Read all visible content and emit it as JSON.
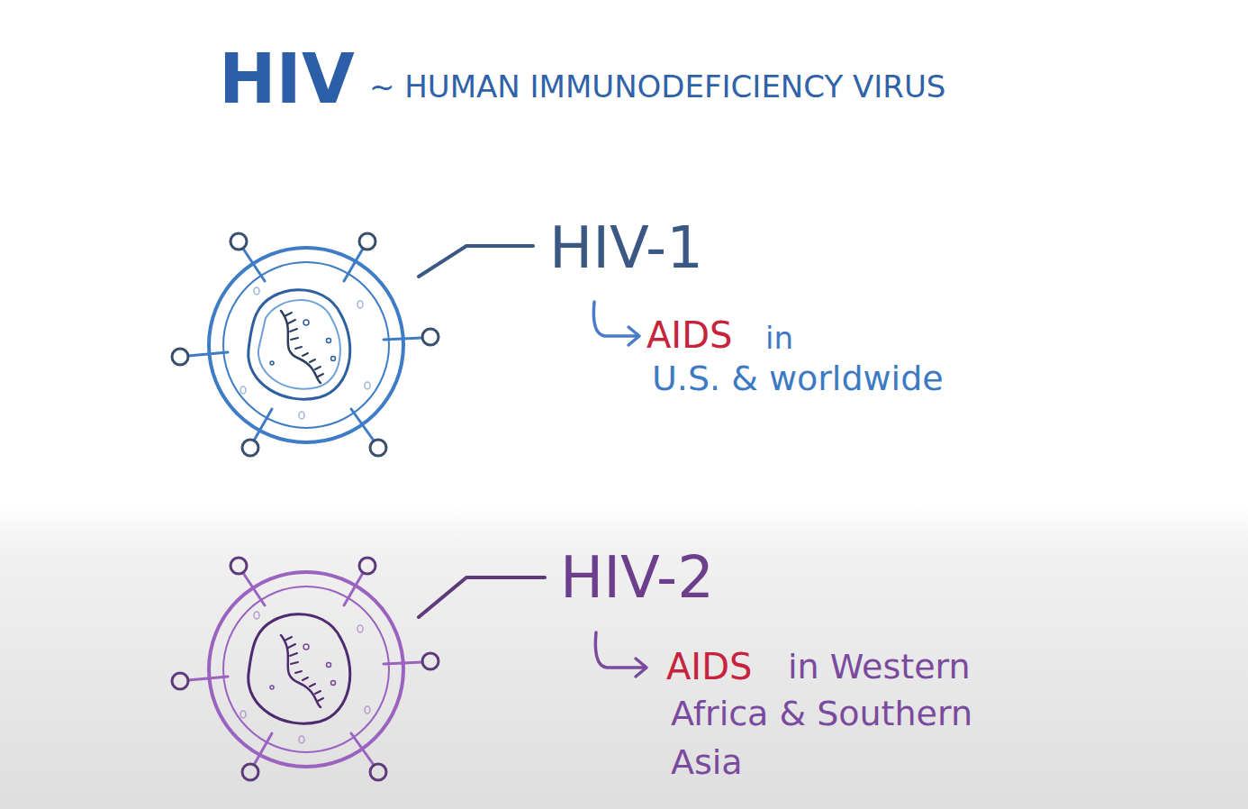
{
  "diagram": {
    "title": "HIV",
    "labels": [
      "~ HUMAN IMMUNODEFICIENCY VIRUS",
      "HIV-1",
      "AIDS",
      "in",
      "U.S. & worldwide",
      "HIV-2",
      "AIDS",
      "in Western",
      "Africa & Southern",
      "Asia"
    ]
  }
}
